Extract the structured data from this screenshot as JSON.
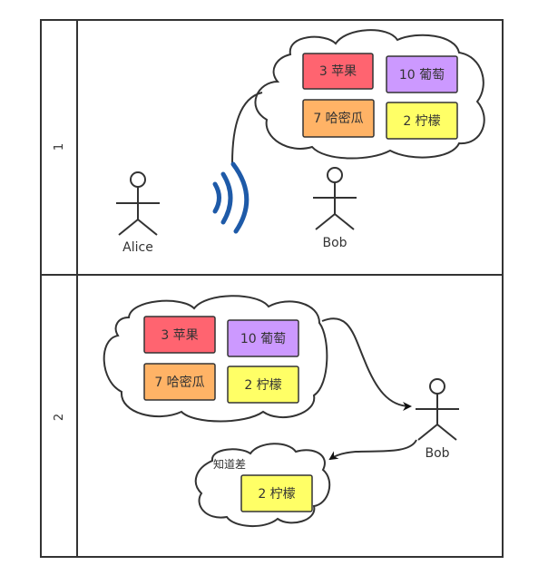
{
  "lanes": [
    {
      "label": "1"
    },
    {
      "label": "2"
    }
  ],
  "scene1": {
    "alice": "Alice",
    "bob": "Bob",
    "cloud_items": [
      {
        "text": "3 苹果",
        "color": "#FF6470"
      },
      {
        "text": "10 葡萄",
        "color": "#CC99FF"
      },
      {
        "text": "7 哈密瓜",
        "color": "#FFB366"
      },
      {
        "text": "2 柠檬",
        "color": "#FFFF66"
      }
    ]
  },
  "scene2": {
    "bob": "Bob",
    "cloud_items": [
      {
        "text": "3 苹果",
        "color": "#FF6470"
      },
      {
        "text": "10 葡萄",
        "color": "#CC99FF"
      },
      {
        "text": "7 哈密瓜",
        "color": "#FFB366"
      },
      {
        "text": "2 柠檬",
        "color": "#FFFF66"
      }
    ],
    "diff_label": "知道差",
    "diff_item": {
      "text": "2 柠檬",
      "color": "#FFFF66"
    }
  },
  "colors": {
    "line": "#333333",
    "signal": "#1E5AA8"
  }
}
